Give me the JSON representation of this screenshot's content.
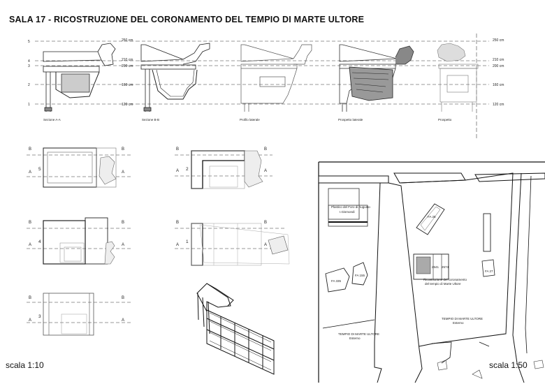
{
  "title": "SALA 17 - RICOSTRUZIONE DEL CORONAMENTO DEL TEMPIO DI MARTE ULTORE",
  "scale_left": "scala 1:10",
  "scale_right": "scala 1:50",
  "levels": {
    "numbers": [
      "5",
      "4",
      "3",
      "2",
      "1"
    ],
    "heights": [
      "250 cm",
      "210 cm",
      "200 cm",
      "160 cm",
      "120 cm"
    ]
  },
  "elevation_captions": [
    "Sezione A-A",
    "Sezione B-B",
    "Profilo laterale",
    "Prospetto laterale",
    "Prospetto"
  ],
  "section_marks": {
    "a": "A",
    "b": "B"
  },
  "plan_numbers": [
    "5",
    "2",
    "4",
    "1",
    "3"
  ],
  "site_plan": {
    "plastico": "Plastico del Foro di Augusto",
    "plastico_author": "I.Gismondi",
    "fragments": [
      "FA 25",
      "FA 335",
      "FA 155",
      "FA 27",
      "2541",
      "2574"
    ],
    "reconstruction": "Ricostruzione del coronamento",
    "reconstruction_2": "del tempio di Marte Ultore",
    "temple": "TEMPIO DI MARTE ULTORE",
    "temple_sub": "Esterno",
    "temple_left": "TEMPIO DI MARTE ULTORE",
    "temple_left_sub": "Esterno"
  }
}
